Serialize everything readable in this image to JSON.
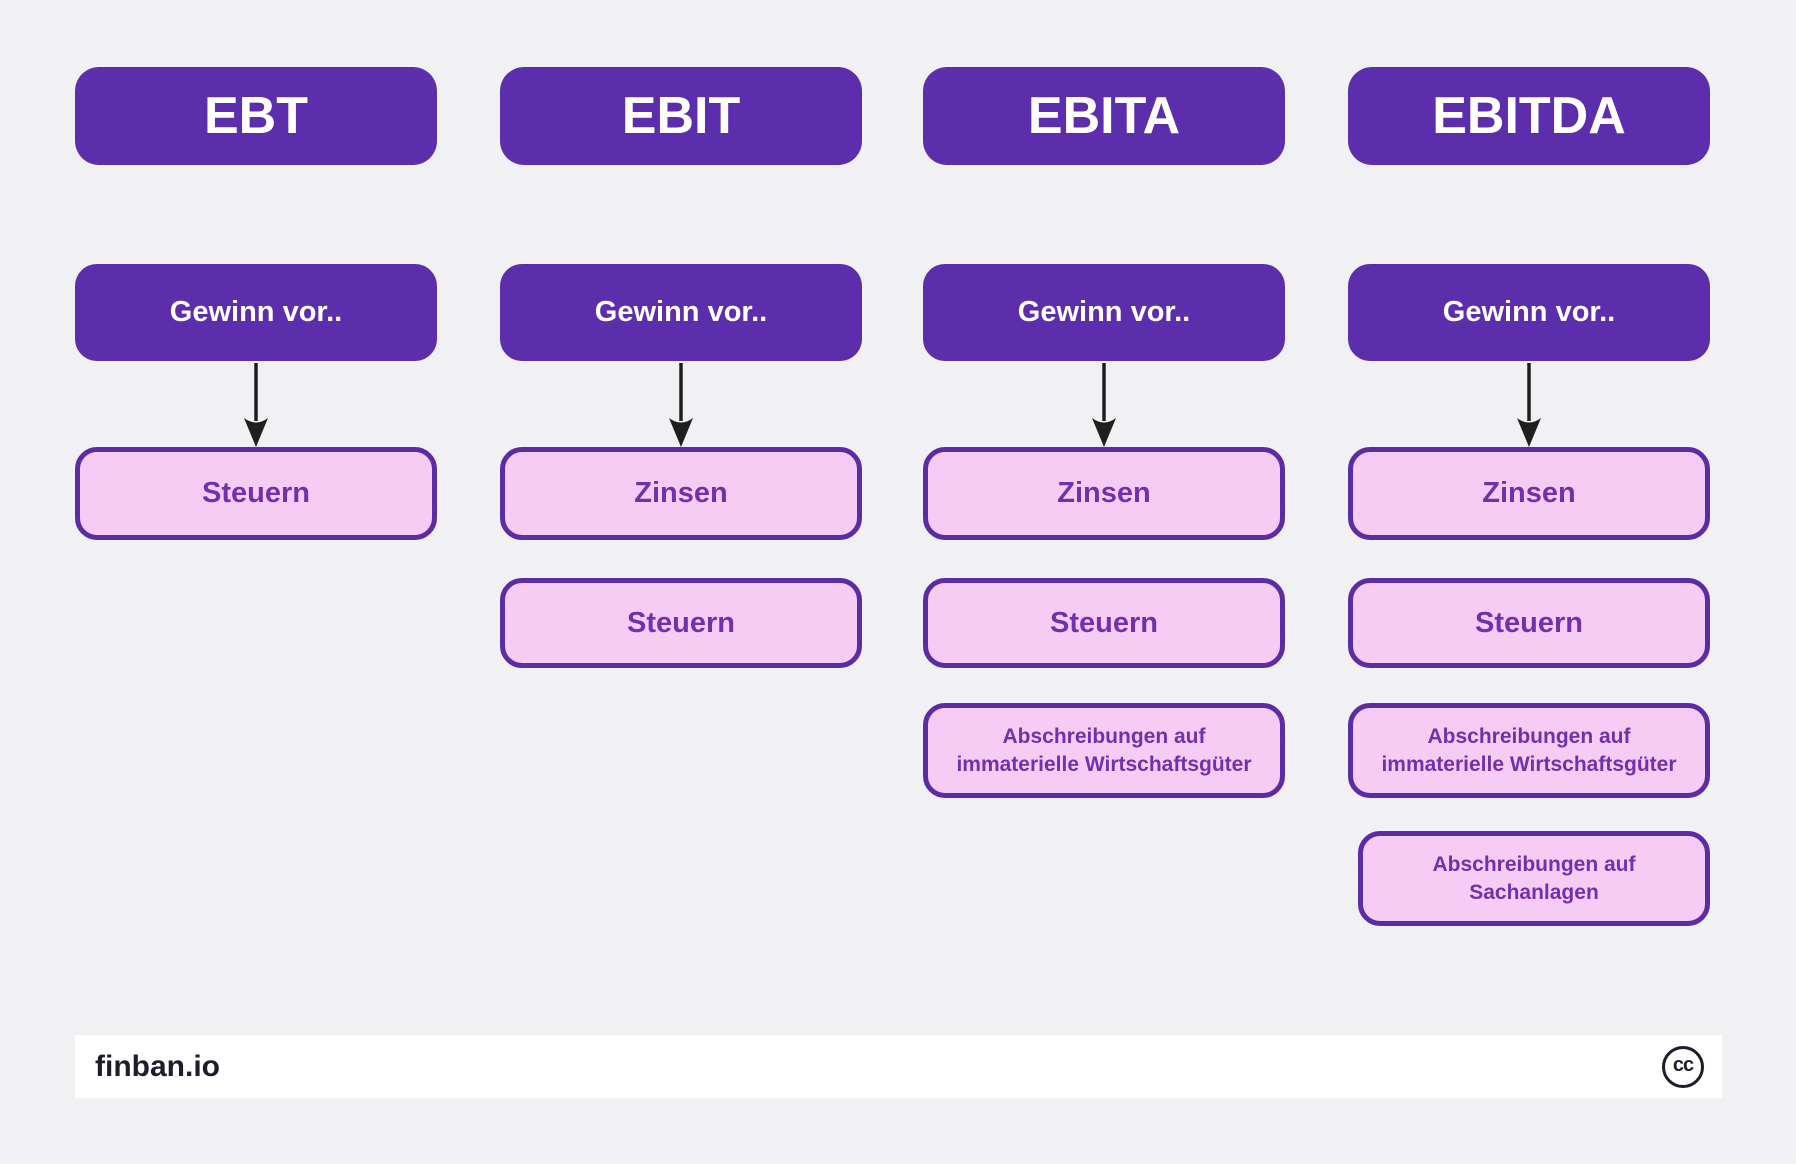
{
  "colors": {
    "background": "#F1F0F2",
    "node_dark_purple": "#5C2EAC",
    "leaf_pink_fill": "#F6CBF4",
    "leaf_border_purple": "#5C2CA5",
    "leaf_text_purple": "#7231AC",
    "arrow_black": "#1F1F1F",
    "footer_background": "#FFFFFF",
    "footer_text": "#1F1D2B"
  },
  "columns": [
    {
      "title": "EBT",
      "source_label": "Gewinn vor..",
      "items": [
        "Steuern"
      ]
    },
    {
      "title": "EBIT",
      "source_label": "Gewinn vor..",
      "items": [
        "Zinsen",
        "Steuern"
      ]
    },
    {
      "title": "EBITA",
      "source_label": "Gewinn vor..",
      "items": [
        "Zinsen",
        "Steuern",
        "Abschreibungen auf immaterielle Wirtschaftsgüter"
      ]
    },
    {
      "title": "EBITDA",
      "source_label": "Gewinn vor..",
      "items": [
        "Zinsen",
        "Steuern",
        "Abschreibungen auf immaterielle Wirtschaftsgüter",
        "Abschreibungen auf Sachanlagen"
      ]
    }
  ],
  "footer": {
    "brand": "finban.io",
    "license_icon_label": "cc"
  }
}
